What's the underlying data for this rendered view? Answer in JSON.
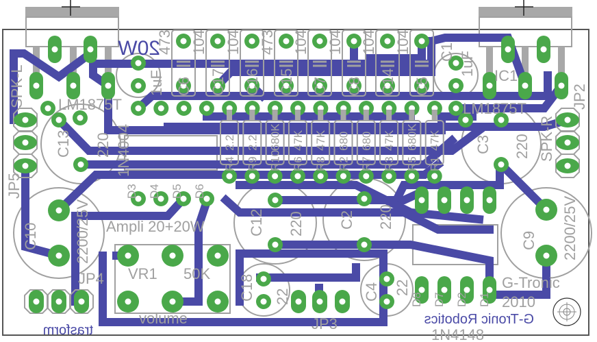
{
  "colors": {
    "trace": "#4a4aa6",
    "pad": "#4aa84a",
    "silkscreen": "#a0a0a0",
    "outline": "#555555"
  },
  "labels": {
    "power": "20W",
    "ic_left": "LM1875T",
    "ic_right": "LM1875T",
    "ic1": "IC1",
    "spk_l": "SPK-L",
    "spk_r": "SPK-R",
    "jp2": "JP2",
    "jp3": "JP3",
    "jp4": "JP4",
    "jp5": "JP5",
    "c13": "C13",
    "c13_val": "220",
    "rectifier": "1N4004",
    "c10": "C10",
    "c10_val": "2200/25V",
    "c9": "C9",
    "c9_val": "2200/25V",
    "title": "Ampli 20+20W",
    "vr1": "VR1",
    "vr1_val": "50K",
    "volume": "volume",
    "trasform": "trasform",
    "brand_bottom": "G-Tronic Robotics",
    "brand": "G-Tronic",
    "year": "2010",
    "diode_small": "1N4148",
    "c12": "C12",
    "c12_val": "220",
    "c2": "C2",
    "c2_val": "220",
    "c3": "C3",
    "c3_val": "220",
    "c4": "C4",
    "c4_val": "22",
    "c18": "C18",
    "c18_val": "22",
    "c1_val": "1uF",
    "c11_val": "1uF",
    "c1": "C1",
    "d3": "D3",
    "d4": "D4",
    "d5": "D5",
    "d6": "D6",
    "d8": "D8",
    "d7": "D7",
    "d2": "D2",
    "d1": "D1"
  },
  "top_caps": [
    {
      "name": "C6",
      "value": "473"
    },
    {
      "name": "C17",
      "value": "104"
    },
    {
      "name": "C16",
      "value": "104"
    },
    {
      "name": "C15",
      "value": "473"
    },
    {
      "name": "C7",
      "value": "104"
    },
    {
      "name": "C8",
      "value": "104"
    },
    {
      "name": "C14",
      "value": "104"
    },
    {
      "name": "C5",
      "value": "104"
    }
  ],
  "resistors": [
    {
      "name": "R4",
      "value": "2.2"
    },
    {
      "name": "R9",
      "value": "2.2"
    },
    {
      "name": "R10",
      "value": "680K"
    },
    {
      "name": "R6",
      "value": "47K"
    },
    {
      "name": "R8",
      "value": "47K"
    },
    {
      "name": "R2",
      "value": "680"
    },
    {
      "name": "R7",
      "value": "680"
    },
    {
      "name": "R3",
      "value": "47K"
    },
    {
      "name": "R5",
      "value": "680K"
    },
    {
      "name": "R1",
      "value": "47K"
    }
  ]
}
